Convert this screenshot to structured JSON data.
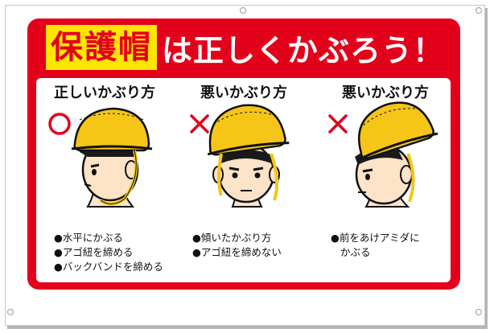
{
  "title": {
    "highlight": "保護帽",
    "rest": "は正しくかぶろう！"
  },
  "columns": [
    {
      "heading": "正しいかぶり方",
      "mark": "circle-mark",
      "bullets": [
        "●水平にかぶる",
        "●アゴ紐を締める",
        "●バックバンドを締める"
      ]
    },
    {
      "heading": "悪いかぶり方",
      "mark": "cross-mark",
      "bullets": [
        "●傾いたかぶり方",
        "●アゴ紐を締めない"
      ]
    },
    {
      "heading": "悪いかぶり方",
      "mark": "cross-mark",
      "bullets": [
        "●前をあけアミダに",
        "かぶる"
      ]
    }
  ],
  "colors": {
    "red": "#e3001b",
    "yellow": "#ffe600",
    "helmet": "#f5c518"
  }
}
